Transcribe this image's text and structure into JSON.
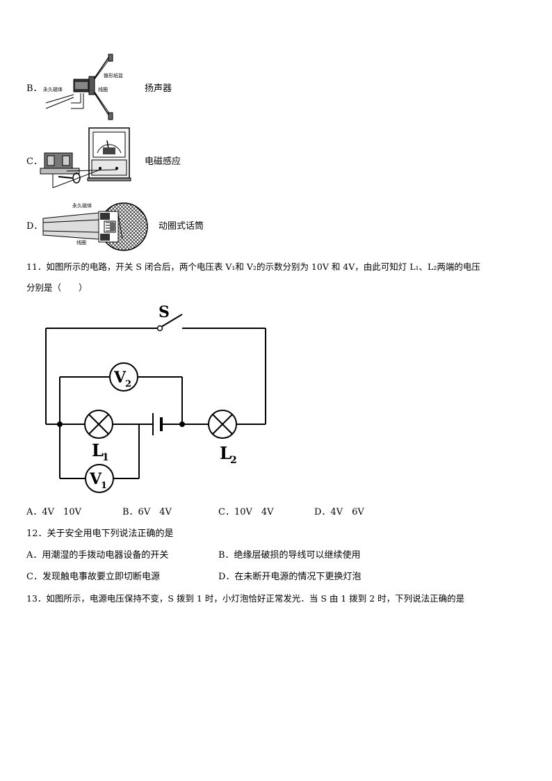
{
  "options_q10": [
    {
      "letter": "B．",
      "device": "扬声器",
      "labels": [
        "永久磁体",
        "锥形纸盆",
        "线圈"
      ]
    },
    {
      "letter": "C．",
      "device": "电磁感应",
      "labels": []
    },
    {
      "letter": "D．",
      "device": "动圈式话筒",
      "labels": [
        "永久磁体",
        "线圈"
      ]
    }
  ],
  "q11": {
    "stem_line1": "11．如图所示的电路，开关 S 闭合后，两个电压表 V₁和 V₂的示数分别为 10V 和 4V，由此可知灯 L₁、L₂两端的电压",
    "stem_line2": "分别是（　　）",
    "circuit_labels": {
      "switch": "S",
      "v2_letter": "V",
      "v2_sub": "2",
      "v1_letter": "V",
      "v1_sub": "1",
      "l1_letter": "L",
      "l1_sub": "1",
      "l2_letter": "L",
      "l2_sub": "2"
    },
    "options": [
      "A．4V　10V",
      "B．6V　4V",
      "C．10V　4V",
      "D．4V　6V"
    ]
  },
  "q12": {
    "stem": "12．关于安全用电下列说法正确的是",
    "options": [
      "A．用潮湿的手拨动电器设备的开关",
      "B．绝缘层破损的导线可以继续使用",
      "C．发现触电事故要立即切断电源",
      "D．在未断开电源的情况下更换灯泡"
    ]
  },
  "q13": {
    "stem": "13．如图所示，电源电压保持不变，S 拨到 1 时，小灯泡恰好正常发光．当 S 由 1 拨到 2 时，下列说法正确的是"
  }
}
